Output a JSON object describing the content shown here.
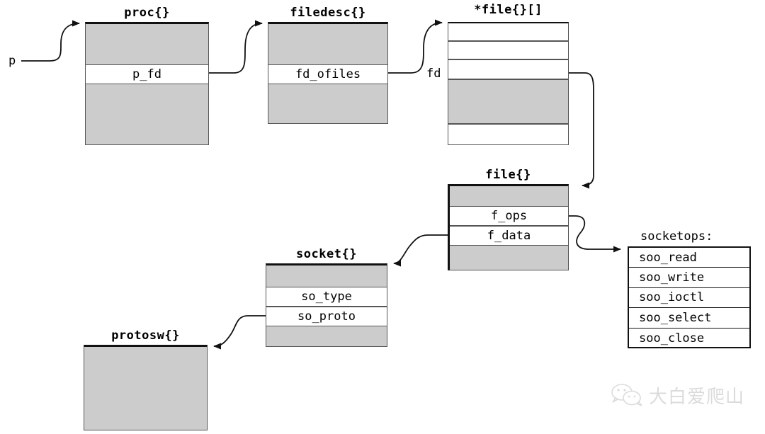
{
  "diagram": {
    "title_proc": "proc{}",
    "title_filedesc": "filedesc{}",
    "title_filearray": "*file{}[]",
    "title_file": "file{}",
    "title_socket": "socket{}",
    "title_protosw": "protosw{}",
    "label_p": "p",
    "label_fd": "fd",
    "label_socketops": "socketops:",
    "field_p_fd": "p_fd",
    "field_fd_ofiles": "fd_ofiles",
    "field_f_ops": "f_ops",
    "field_f_data": "f_data",
    "field_so_type": "so_type",
    "field_so_proto": "so_proto",
    "socketops_entries": [
      "soo_read",
      "soo_write",
      "soo_ioctl",
      "soo_select",
      "soo_close"
    ],
    "colors": {
      "fill_gray": "#cccccc",
      "fill_white": "#ffffff",
      "stroke": "#555555",
      "stroke_heavy": "#111111",
      "text": "#000000"
    }
  },
  "watermark": {
    "icon": "wechat-icon",
    "text": "大白爱爬山"
  }
}
